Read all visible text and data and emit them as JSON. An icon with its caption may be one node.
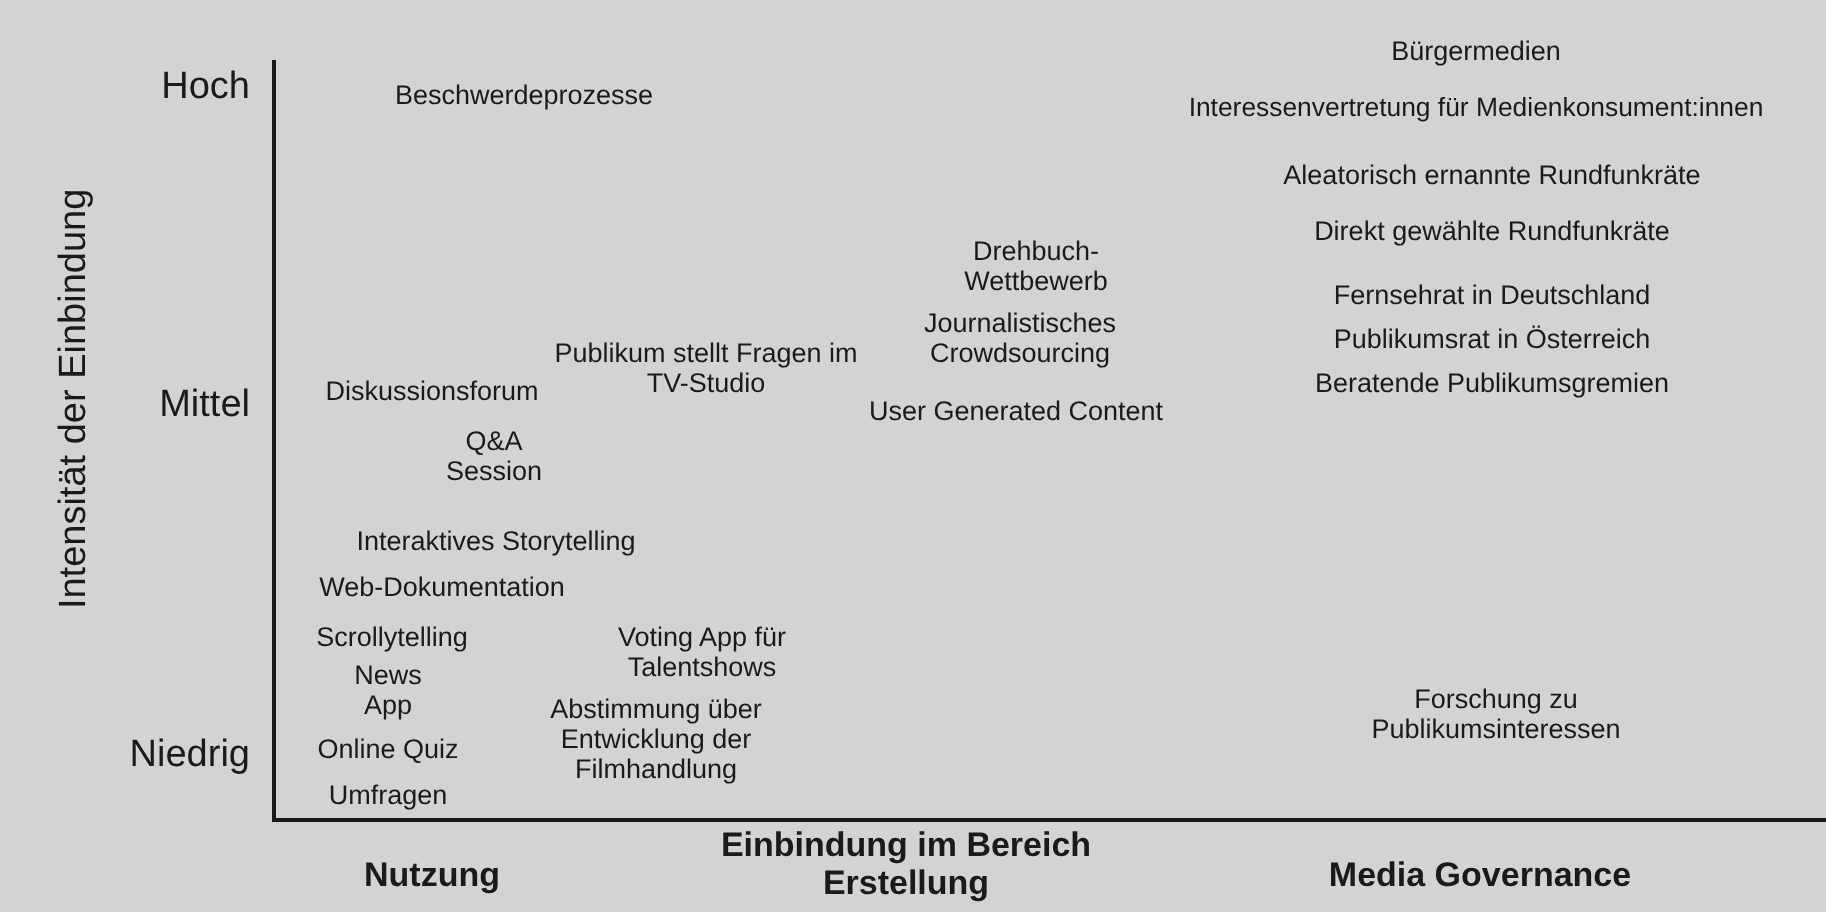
{
  "diagram": {
    "labels": [
      "Intensität der Einbindung",
      "Hoch",
      "Mittel",
      "Niedrig",
      "Bürgermedien",
      "Interessenvertretung für Medienkonsument:innen",
      "Beschwerdeprozesse",
      "Aleatorisch ernannte Rundfunkräte",
      "Direkt gewählte Rundfunkräte",
      "Drehbuch- Wettbewerb",
      "Fernsehrat in Deutschland",
      "Journalistisches Crowdsourcing",
      "Publikum stellt Fragen im TV-Studio",
      "Publikumsrat in Österreich",
      "Diskussionsforum",
      "Beratende Publikumsgremien",
      "User Generated Content",
      "Q&A Session",
      "Interaktives Storytelling",
      "Web-Dokumentation",
      "Scrollytelling",
      "Voting App für Talentshows",
      "News App",
      "Abstimmung über Entwicklung der Filmhandlung",
      "Forschung zu Publikumsinteressen",
      "Online Quiz",
      "Umfragen",
      "Nutzung",
      "Einbindung im Bereich Erstellung",
      "Media Governance"
    ]
  }
}
